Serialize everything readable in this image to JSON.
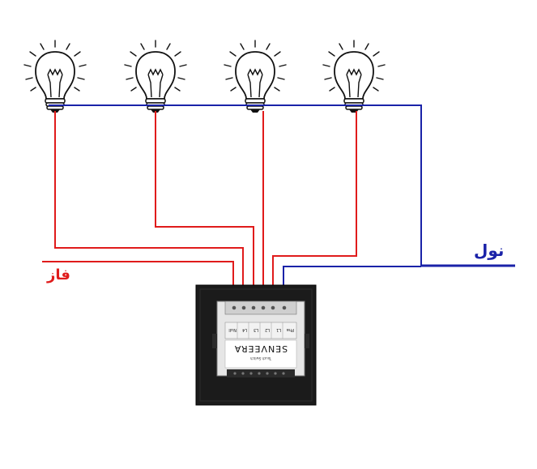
{
  "labels": {
    "phase": "فاز",
    "neutral": "نول"
  },
  "device": {
    "brand": "SENVEERA",
    "subtitle": "Touch Switch",
    "terminals": [
      "Pha",
      "L1",
      "L2",
      "L3",
      "L4",
      "Null"
    ]
  },
  "colors": {
    "phase_wire": "#e01b1b",
    "neutral_wire": "#1a22a8",
    "panel": "#1b1b1b",
    "module": "#f2f2f2"
  },
  "bulbs": [
    "bulb-1",
    "bulb-2",
    "bulb-3",
    "bulb-4"
  ]
}
